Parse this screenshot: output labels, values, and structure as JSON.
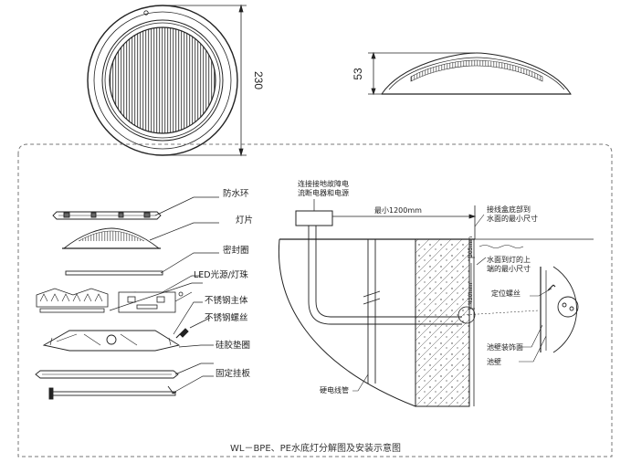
{
  "top_view": {
    "diameter": "230",
    "height": "53"
  },
  "exploded_labels": {
    "ring": "防水环",
    "lens": "灯片",
    "seal": "密封圈",
    "led": "LED光源/灯珠",
    "body": "不锈钢主体",
    "screw": "不锈钢螺丝",
    "gasket": "硅胶垫圈",
    "bracket": "固定挂板"
  },
  "install_labels": {
    "connect_line1": "连接接地故障电",
    "connect_line2": "流断电器和电源",
    "min_distance": "最小1200mm",
    "junction_line1": "接线盒底部到",
    "junction_line2": "水面的最小尺寸",
    "surface_line1": "水面到灯的上",
    "surface_line2": "端的最小尺寸",
    "dim_305": "305mm",
    "dim_450": "450mm",
    "conduit": "硬电线管",
    "screw": "定位螺丝",
    "trim": "池壁装饰面",
    "wall": "池壁"
  },
  "caption": "WL－BPE、PE水底灯分解图及安装示意图"
}
